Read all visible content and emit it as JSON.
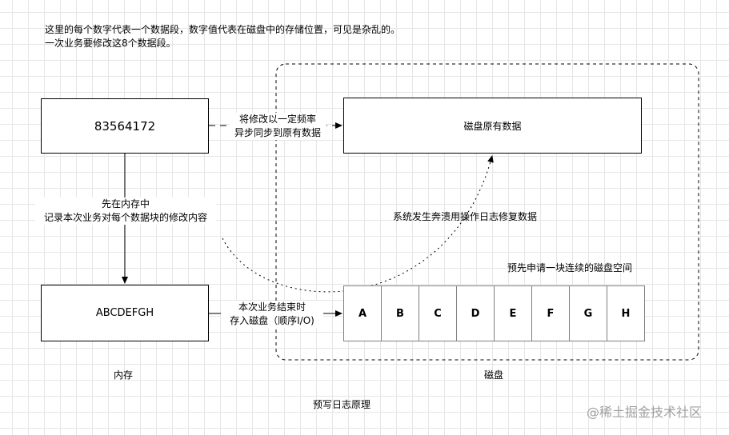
{
  "intro": {
    "line1": "这里的每个数字代表一个数据段，数字值代表在磁盘中的存储位置，可见是杂乱的。",
    "line2": "一次业务要修改这8个数据段。"
  },
  "memory_top_box": {
    "text": "83564172"
  },
  "memory_bottom_box": {
    "text": "ABCDEFGH"
  },
  "disk_original_box": {
    "text": "磁盘原有数据"
  },
  "sync_label": {
    "line1": "将修改以一定频率",
    "line2": "异步同步到原有数据"
  },
  "record_label": {
    "line1": "先在内存中",
    "line2": "记录本次业务对每个数据块的修改内容"
  },
  "write_label": {
    "line1": "本次业务结束时",
    "line2": "存入磁盘（顺序I/O)"
  },
  "recovery_label": "系统发生奔溃用操作日志修复数据",
  "prealloc_label": "预先申请一块连续的磁盘空间",
  "log_cells": [
    "A",
    "B",
    "C",
    "D",
    "E",
    "F",
    "G",
    "H"
  ],
  "memory_caption": "内存",
  "disk_caption": "磁盘",
  "diagram_title": "预写日志原理",
  "watermark": "@稀土掘金技术社区"
}
